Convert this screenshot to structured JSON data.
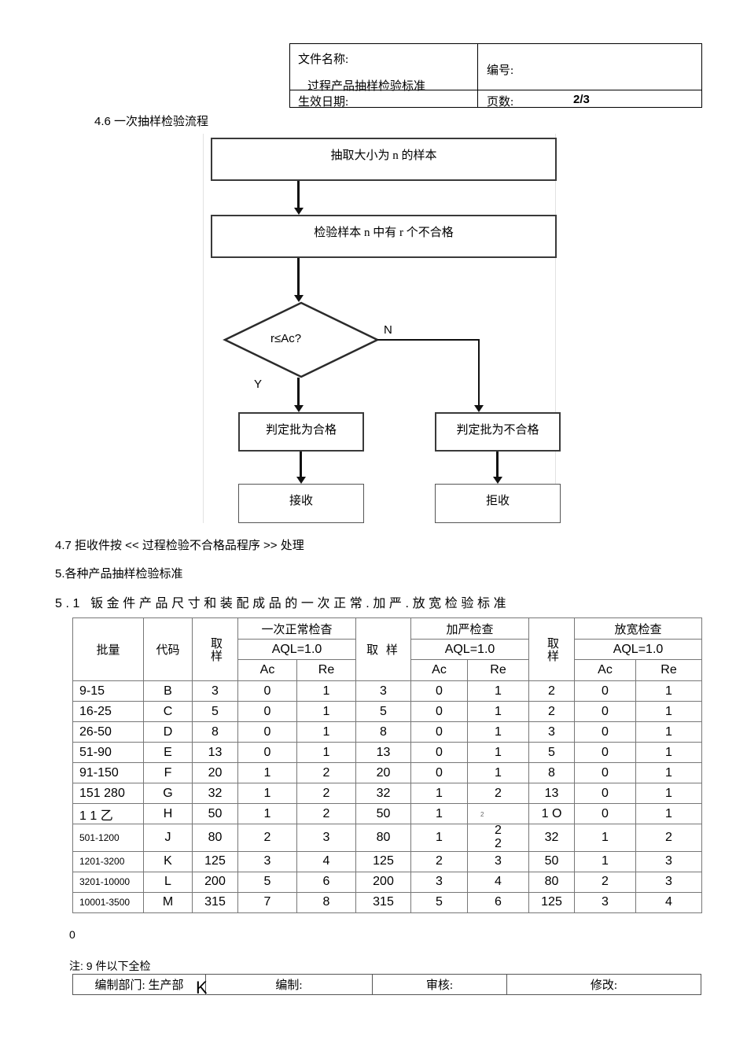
{
  "doc_header": {
    "file_name_label": "文件名称:",
    "doc_title": "过程产品抽样检验标准",
    "number_label": "编号:",
    "effective_date_label": "生效日期:",
    "pages_label": "页数:",
    "pages_value": "2/3"
  },
  "sections": {
    "s46": "4.6 一次抽样检验流程",
    "s47": "4.7 拒收件按 << 过程检验不合格品程序  >> 处理",
    "s5": "5.各种产品抽样检验标准",
    "s51": "5.1 钣金件产品尺寸和装配成品的一次正常.加严.放宽检验标准",
    "note": "注: 9 件以下全检"
  },
  "flowchart": {
    "node_sample": "抽取大小为  n 的样本",
    "node_inspect": "检验样本  n 中有  r 个不合格",
    "decision": "r≤Ac?",
    "branch_yes": "Y",
    "branch_no": "N",
    "node_accept_decide": "判定批为合格",
    "node_reject_decide": "判定批为不合格",
    "node_accept": "接收",
    "node_reject": "拒收"
  },
  "table": {
    "headers": {
      "lot": "批量",
      "code": "代码",
      "sample_vertical": "取样",
      "sample_horizontal": "取 样",
      "group_normal": "一次正常检杳",
      "group_tightened": "加严检查",
      "group_reduced": "放宽检查",
      "aql": "AQL=1.0",
      "ac": "Ac",
      "re": "Re"
    },
    "rows": [
      {
        "lot": "9-15",
        "code": "B",
        "n_n": "3",
        "n_ac": "0",
        "n_re": "1",
        "t_n": "3",
        "t_ac": "0",
        "t_re": "1",
        "r_n": "2",
        "r_ac": "0",
        "r_re": "1",
        "small_lot": false
      },
      {
        "lot": "16-25",
        "code": "C",
        "n_n": "5",
        "n_ac": "0",
        "n_re": "1",
        "t_n": "5",
        "t_ac": "0",
        "t_re": "1",
        "r_n": "2",
        "r_ac": "0",
        "r_re": "1",
        "small_lot": false
      },
      {
        "lot": "26-50",
        "code": "D",
        "n_n": "8",
        "n_ac": "0",
        "n_re": "1",
        "t_n": "8",
        "t_ac": "0",
        "t_re": "1",
        "r_n": "3",
        "r_ac": "0",
        "r_re": "1",
        "small_lot": false
      },
      {
        "lot": "51-90",
        "code": "E",
        "n_n": "13",
        "n_ac": "0",
        "n_re": "1",
        "t_n": "13",
        "t_ac": "0",
        "t_re": "1",
        "r_n": "5",
        "r_ac": "0",
        "r_re": "1",
        "small_lot": false
      },
      {
        "lot": "91-150",
        "code": "F",
        "n_n": "20",
        "n_ac": "1",
        "n_re": "2",
        "t_n": "20",
        "t_ac": "0",
        "t_re": "1",
        "r_n": "8",
        "r_ac": "0",
        "r_re": "1",
        "small_lot": false
      },
      {
        "lot": "151 280",
        "code": "G",
        "n_n": "32",
        "n_ac": "1",
        "n_re": "2",
        "t_n": "32",
        "t_ac": "1",
        "t_re": "2",
        "r_n": "13",
        "r_ac": "0",
        "r_re": "1",
        "small_lot": false
      },
      {
        "lot": "1 1 乙",
        "code": "H",
        "n_n": "50",
        "n_ac": "1",
        "n_re": "2",
        "t_n": "50",
        "t_ac": "1",
        "t_re": "",
        "r_n": "1 O",
        "r_ac": "0",
        "r_re": "1",
        "small_lot": false
      },
      {
        "lot": "501-1200",
        "code": "J",
        "n_n": "80",
        "n_ac": "2",
        "n_re": "3",
        "t_n": "80",
        "t_ac": "1",
        "t_re": "2\n2",
        "r_n": "32",
        "r_ac": "1",
        "r_re": "2",
        "small_lot": true
      },
      {
        "lot": "1201-3200",
        "code": "K",
        "n_n": "125",
        "n_ac": "3",
        "n_re": "4",
        "t_n": "125",
        "t_ac": "2",
        "t_re": "3",
        "r_n": "50",
        "r_ac": "1",
        "r_re": "3",
        "small_lot": true
      },
      {
        "lot": "3201-10000",
        "code": "L",
        "n_n": "200",
        "n_ac": "5",
        "n_re": "6",
        "t_n": "200",
        "t_ac": "3",
        "t_re": "4",
        "r_n": "80",
        "r_ac": "2",
        "r_re": "3",
        "small_lot": true
      },
      {
        "lot": "10001-3500",
        "code": "M",
        "n_n": "315",
        "n_ac": "7",
        "n_re": "8",
        "t_n": "315",
        "t_ac": "5",
        "t_re": "6",
        "r_n": "125",
        "r_ac": "3",
        "r_re": "4",
        "small_lot": true
      }
    ],
    "artifact_superscript_2": "2",
    "artifact_zero": "0"
  },
  "footer": {
    "dept": "编制部门: 生产部",
    "prepared": "编制:",
    "reviewed": "审核:",
    "revised": "修改:",
    "artifact_k": "K"
  }
}
